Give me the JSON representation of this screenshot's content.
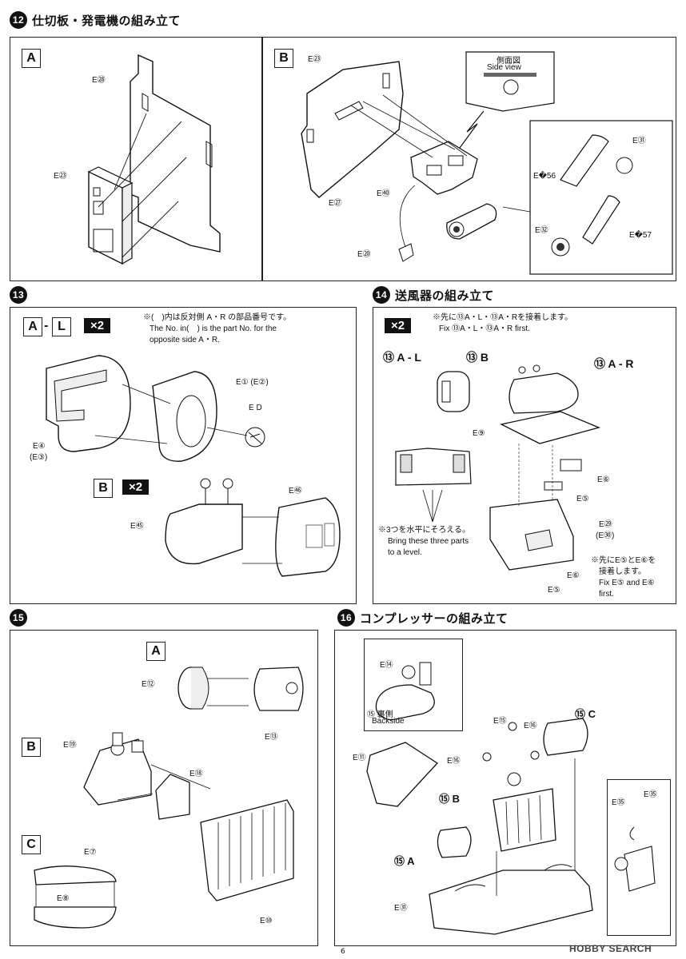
{
  "step12": {
    "num": "12",
    "title": "仕切板・発電機の組み立て",
    "panelA": {
      "letter": "A",
      "labels": {
        "e28": "E㉘",
        "e23": "E㉓"
      }
    },
    "panelB": {
      "letter": "B",
      "labels": {
        "e23": "E㉓",
        "e27": "E㉗",
        "e40": "E㊵",
        "e20": "E⑳",
        "e31": "E㉛",
        "e56": "E�56",
        "e32": "E㉜",
        "e57": "E�57"
      },
      "side_view_jp": "側面図",
      "side_view_en": "Side view"
    }
  },
  "step13": {
    "num": "13",
    "panelA": {
      "letter_a": "A",
      "letter_l": "L",
      "times": "×2"
    },
    "note_line1": "※(　)内は反対側 A・R の部品番号です。",
    "note_line2": "The No. in(　) is the part No. for the",
    "note_line3": "opposite side A・R.",
    "labels": {
      "e1": "E① (E②)",
      "eD": "E D",
      "e4": "E④",
      "e3": "(E③)",
      "e46": "E㊻",
      "e45": "E㊺"
    },
    "panelB": {
      "letter": "B",
      "times": "×2"
    }
  },
  "step14": {
    "num": "14",
    "title": "送風器の組み立て",
    "times": "×2",
    "note_line1": "※先に⑬A・L・⑬A・Rを接着します。",
    "note_line2": "Fix ⑬A・L・⑬A・R first.",
    "parts": {
      "l": "⑬ A - L",
      "b": "⑬ B",
      "r": "⑬ A - R"
    },
    "labels": {
      "e9": "E⑨",
      "e6": "E⑥",
      "e5": "E⑤",
      "e29": "E㉙",
      "e30": "(E㉚)",
      "e6b": "E⑥",
      "e5b": "E⑤"
    },
    "level_jp": "※3つを水平にそろえる。",
    "level_en1": "Bring these three parts",
    "level_en2": "to a level.",
    "fix_jp1": "※先にE⑤とE⑥を",
    "fix_jp2": "接着します。",
    "fix_en1": "Fix E⑤ and E⑥",
    "fix_en2": "first."
  },
  "step15": {
    "num": "15",
    "panelA": "A",
    "panelB": "B",
    "panelC": "C",
    "labels": {
      "e12": "E⑫",
      "e13": "E⑬",
      "e19": "E⑲",
      "e18": "E⑱",
      "e10": "E⑩",
      "e7": "E⑦",
      "e8": "E⑧"
    }
  },
  "step16": {
    "num": "16",
    "title": "コンプレッサーの組み立て",
    "inset_jp": "⑮ 裏側",
    "inset_en": "Backside",
    "labels": {
      "e14": "E⑭",
      "e15": "E⑮",
      "e16a": "E⑯",
      "e16b": "E⑯",
      "e11": "E⑪",
      "e35a": "E㉟",
      "e35b": "E㉟",
      "e51": "E㉛"
    },
    "sub": {
      "c": "⑮ C",
      "b": "⑮ B",
      "a": "⑮ A"
    }
  },
  "footer": {
    "page": "6",
    "watermark": "HOBBY SEARCH"
  }
}
